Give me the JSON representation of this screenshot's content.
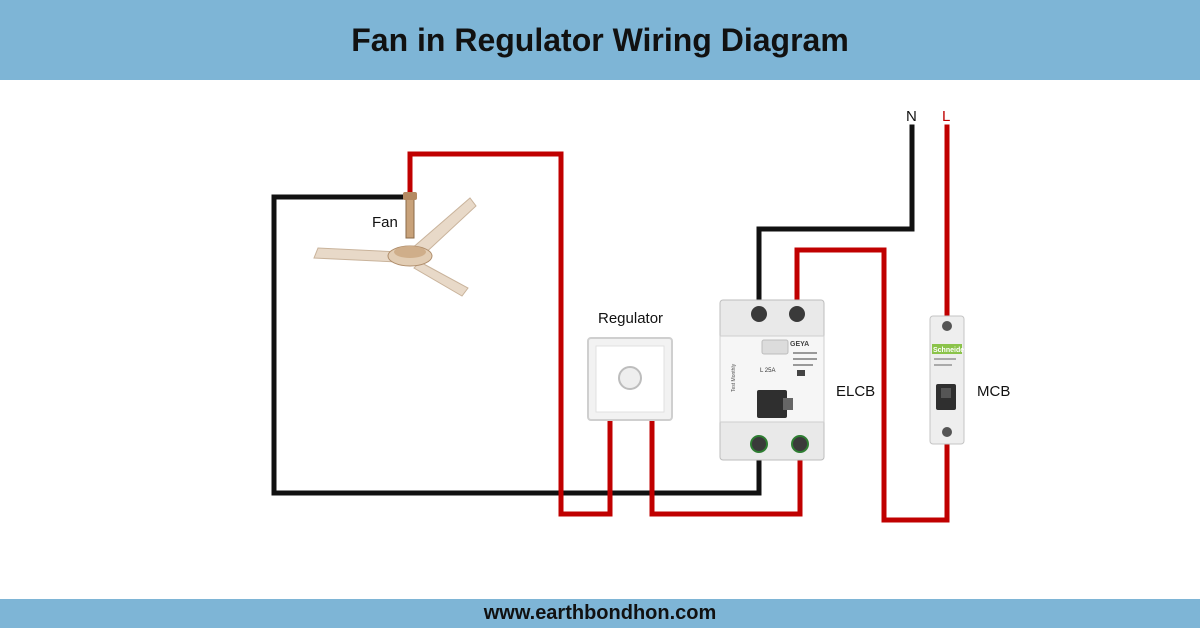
{
  "title": "Fan in Regulator Wiring Diagram",
  "footer": "www.earthbondhon.com",
  "labels": {
    "fan": "Fan",
    "regulator": "Regulator",
    "elcb": "ELCB",
    "mcb": "MCB",
    "neutral": "N",
    "live": "L"
  },
  "elcb_face": {
    "brand": "GEYA",
    "side_text": "Test Monthly",
    "model": "L 25A"
  },
  "mcb_face": {
    "brand": "Schneider"
  },
  "colors": {
    "header_bg": "#7eb5d6",
    "live_wire": "#c00000",
    "neutral_wire": "#111111"
  }
}
